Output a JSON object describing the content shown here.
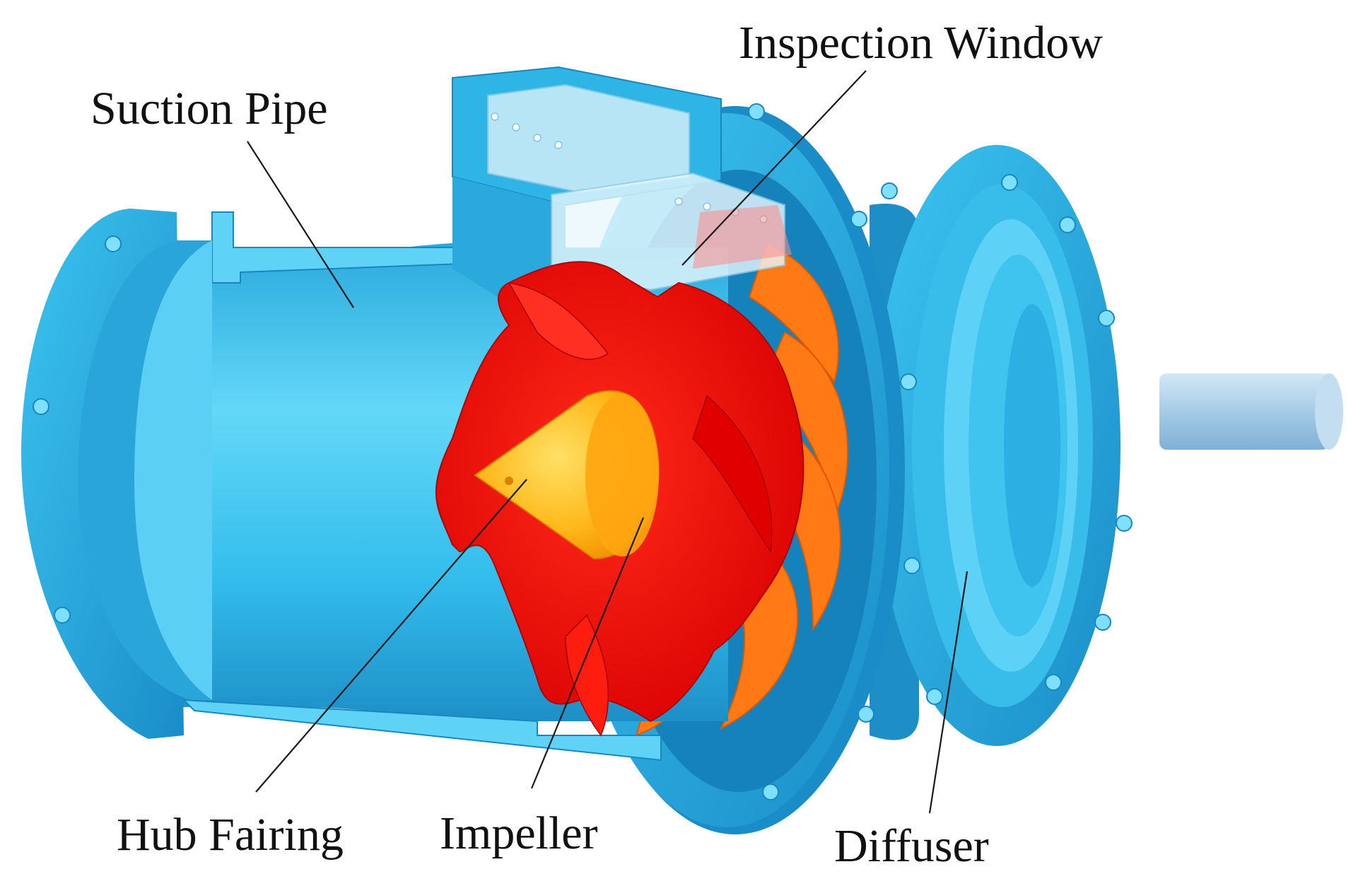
{
  "labels": {
    "suction_pipe": "Suction Pipe",
    "inspection_window": "Inspection Window",
    "hub_fairing": "Hub Fairing",
    "impeller": "Impeller",
    "diffuser": "Diffuser"
  },
  "colors": {
    "casing": "#2fb4e6",
    "casing_light": "#5fd3f6",
    "casing_dark": "#1583bd",
    "impeller": "#ff0d0d",
    "impeller_dark": "#c40000",
    "guide_vanes": "#ff7a14",
    "hub_fairing": "#ffc21a",
    "window_glass": "#cfeef8",
    "shaft": "#a9cde8"
  }
}
